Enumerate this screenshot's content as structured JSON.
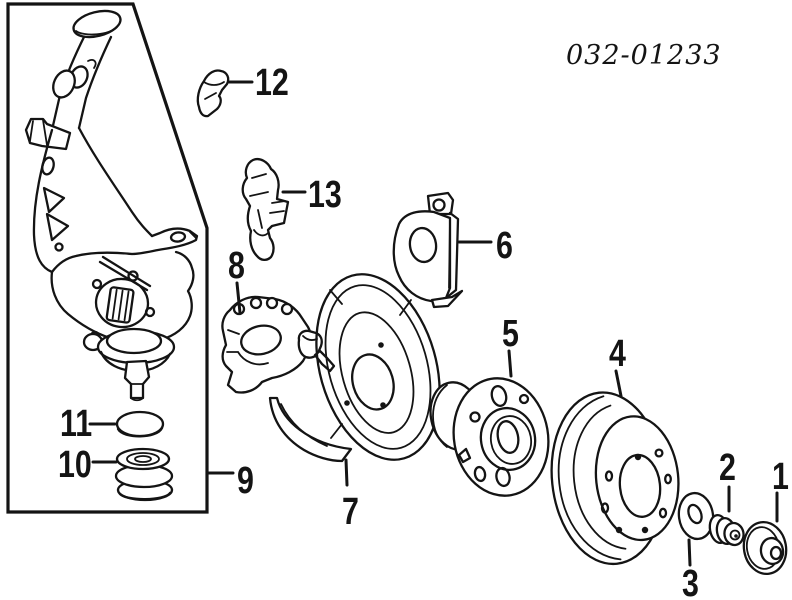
{
  "title": {
    "diagram_code": "032-01233"
  },
  "colors": {
    "ink": "#141414",
    "paper": "#ffffff"
  },
  "callouts": [
    {
      "label": "1"
    },
    {
      "label": "2"
    },
    {
      "label": "3"
    },
    {
      "label": "4"
    },
    {
      "label": "5"
    },
    {
      "label": "6"
    },
    {
      "label": "7"
    },
    {
      "label": "8"
    },
    {
      "label": "9"
    },
    {
      "label": "10"
    },
    {
      "label": "11"
    },
    {
      "label": "12"
    },
    {
      "label": "13"
    }
  ]
}
